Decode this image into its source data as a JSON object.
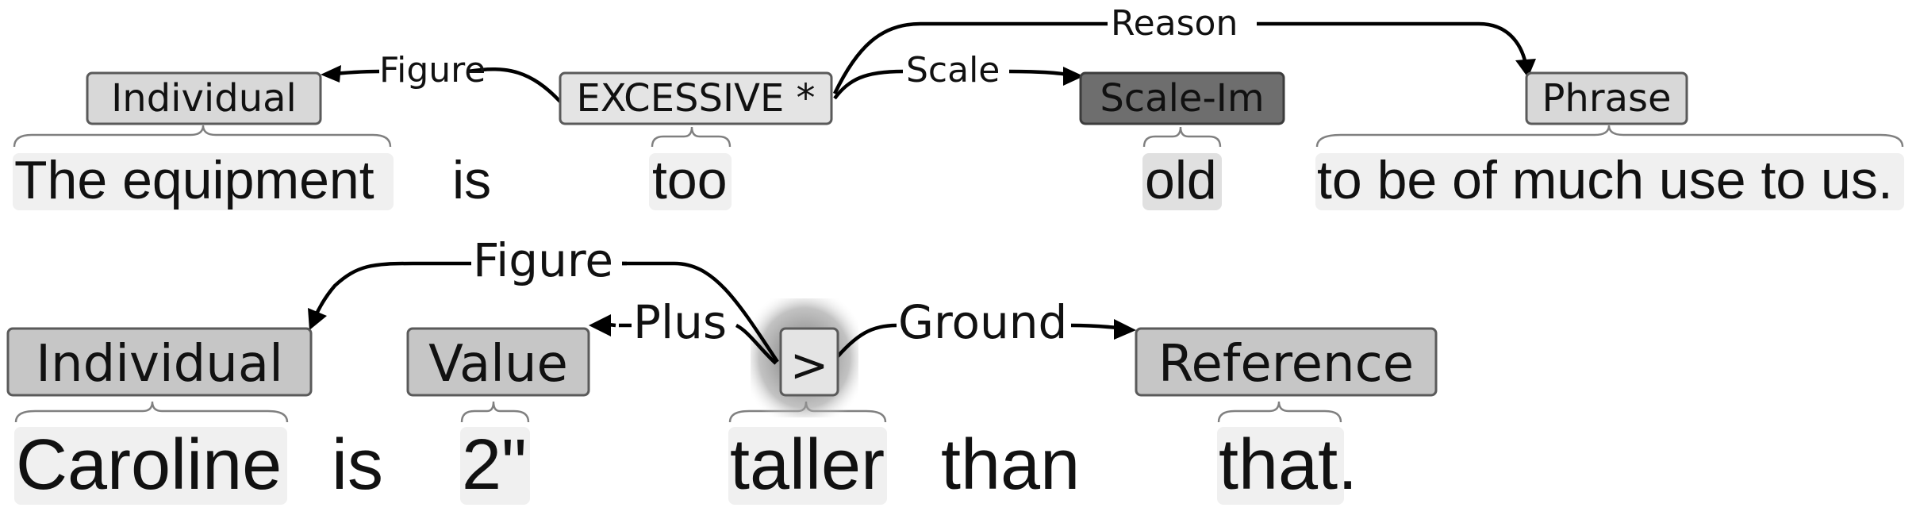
{
  "sentences": [
    {
      "words": [
        "The equipment",
        "is",
        "too",
        "old",
        "to be of much use to us."
      ],
      "labels": [
        "Individual",
        "EXCESSIVE *",
        "Scale-Im",
        "Phrase"
      ],
      "arcs": [
        "Figure",
        "Scale",
        "Reason"
      ]
    },
    {
      "words": [
        "Caroline",
        "is",
        "2\"",
        "taller",
        "than",
        "that."
      ],
      "labels": [
        "Individual",
        "Value",
        ">",
        "Reference"
      ],
      "arcs": [
        "Figure",
        "Plus",
        "Ground"
      ]
    }
  ],
  "colors": {
    "label_fill": "#d8d8d8",
    "label_fill_highlighted": "#6e6e6e",
    "word_highlight": "#f0f0f0",
    "arc": "#000000"
  }
}
